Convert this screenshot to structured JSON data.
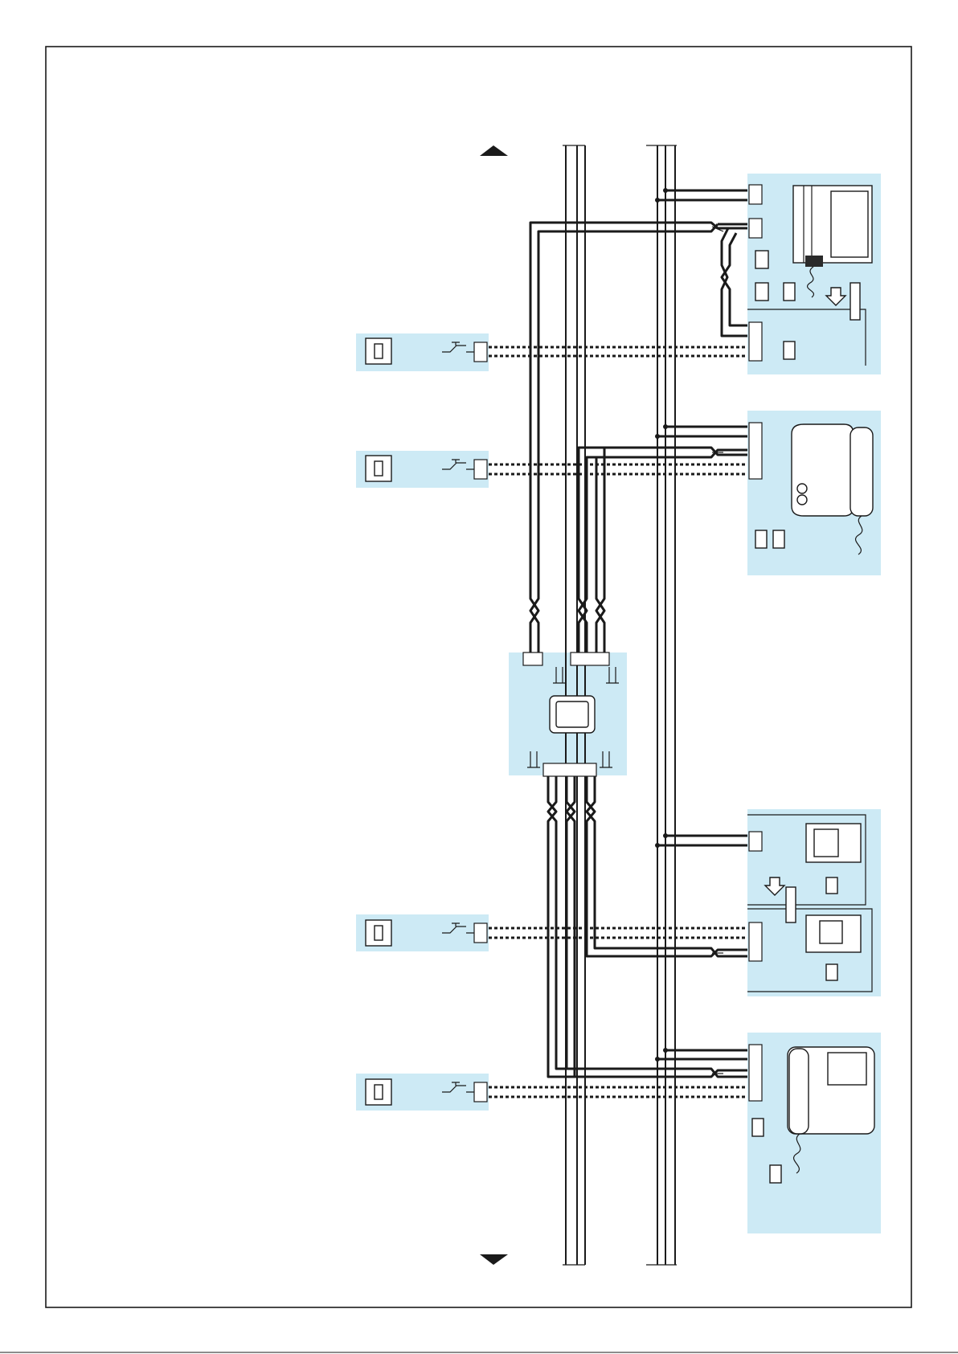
{
  "diagram": {
    "direction_markers": [
      "up-arrow",
      "down-arrow"
    ],
    "colors": {
      "panel": "#cdeaf5",
      "line": "#1a1a1a"
    },
    "components": [
      {
        "name": "monitor-unit-top",
        "icon": "video-monitor-icon"
      },
      {
        "name": "handset-intercom",
        "icon": "handset-icon"
      },
      {
        "name": "flat-monitor-modular",
        "icon": "modular-monitor-icon"
      },
      {
        "name": "handset-video-monitor",
        "icon": "video-handset-icon"
      },
      {
        "name": "distributor-module",
        "icon": "distributor-icon"
      },
      {
        "name": "call-button-1",
        "icon": "doorbell-button-icon"
      },
      {
        "name": "call-button-2",
        "icon": "doorbell-button-icon"
      },
      {
        "name": "call-button-3",
        "icon": "doorbell-button-icon"
      },
      {
        "name": "call-button-4",
        "icon": "doorbell-button-icon"
      }
    ]
  },
  "footer": {
    "page_mark": ""
  }
}
